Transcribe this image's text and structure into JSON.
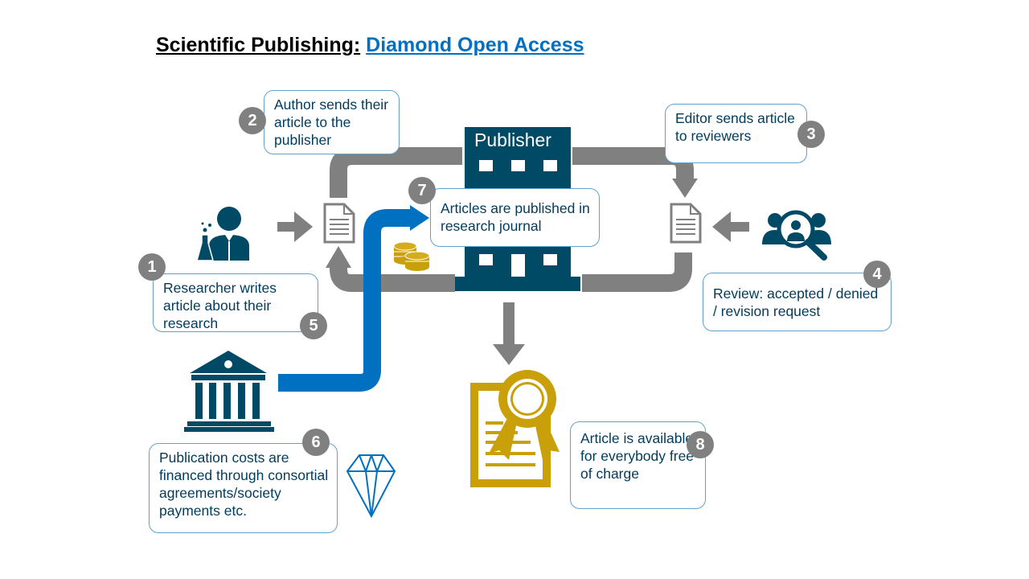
{
  "title": {
    "prefix": "Scientific Publishing:",
    "highlight": "Diamond Open Access"
  },
  "publisher_label": "Publisher",
  "colors": {
    "navy": "#004a66",
    "blue": "#0070c0",
    "gray": "#808080",
    "gold": "#c9a009",
    "box_border": "#5fa3c9",
    "text": "#003b5c"
  },
  "steps": [
    {
      "number": "1",
      "text": "Researcher writes article about their research"
    },
    {
      "number": "2",
      "text": "Author sends their article to the publisher"
    },
    {
      "number": "3",
      "text": "Editor sends article to reviewers"
    },
    {
      "number": "4",
      "text": "Review: accepted / denied / revision request"
    },
    {
      "number": "5"
    },
    {
      "number": "6",
      "text": "Publication costs are financed through consortial agreements/society payments etc."
    },
    {
      "number": "7",
      "text": "Articles are published in research journal"
    },
    {
      "number": "8",
      "text": "Article is available for everybody free of charge"
    }
  ],
  "icons": [
    "researcher-icon",
    "document-icon",
    "publisher-building-icon",
    "reviewers-icon",
    "institution-icon",
    "coins-icon",
    "diamond-icon",
    "certificate-icon"
  ]
}
